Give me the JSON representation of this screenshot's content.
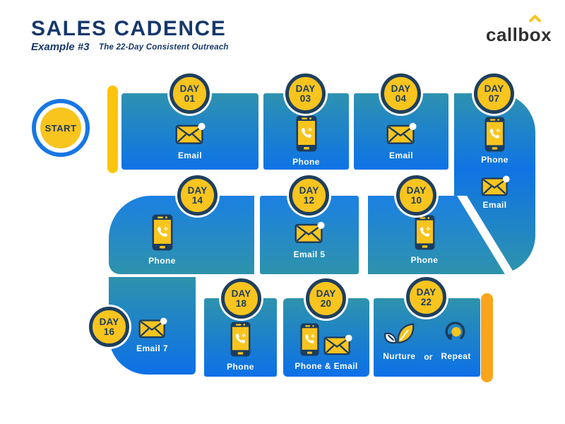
{
  "header": {
    "title": "SALES CADENCE",
    "example": "Example #3",
    "subtitle": "The 22-Day Consistent Outreach"
  },
  "brand": {
    "text_before": "callb",
    "accent_letter": "o",
    "text_after": "x"
  },
  "start": {
    "label": "START"
  },
  "flow": {
    "blocks": [
      {
        "day_word": "DAY",
        "day_num": "01",
        "label": "Email",
        "icon": "email-icon"
      },
      {
        "day_word": "DAY",
        "day_num": "03",
        "label": "Phone",
        "icon": "phone-icon"
      },
      {
        "day_word": "DAY",
        "day_num": "04",
        "label": "Email",
        "icon": "email-icon"
      },
      {
        "day_word": "DAY",
        "day_num": "07",
        "label1": "Phone",
        "label2": "Email"
      },
      {
        "day_word": "DAY",
        "day_num": "14",
        "label": "Phone",
        "icon": "phone-icon"
      },
      {
        "day_word": "DAY",
        "day_num": "12",
        "label": "Email 5",
        "icon": "email-icon"
      },
      {
        "day_word": "DAY",
        "day_num": "10",
        "label": "Phone",
        "icon": "phone-icon"
      },
      {
        "day_word": "DAY",
        "day_num": "16",
        "label": "Email 7",
        "icon": "email-icon"
      },
      {
        "day_word": "DAY",
        "day_num": "18",
        "label": "Phone",
        "icon": "phone-icon"
      },
      {
        "day_word": "DAY",
        "day_num": "20",
        "label": "Phone & Email"
      },
      {
        "day_word": "DAY",
        "day_num": "22",
        "label_nurture": "Nurture",
        "label_or": "or",
        "label_repeat": "Repeat"
      }
    ]
  },
  "colors": {
    "navy": "#1C3C5E",
    "title_blue": "#16386B",
    "badge_yellow": "#F8C41E",
    "start_bar_yellow": "#FCC40D",
    "end_bar_orange": "#FAA51B",
    "start_ring_blue": "#1777E3",
    "teal": "#2E93AC",
    "bright_blue": "#0E73E6",
    "mid_blue": "#1B80E2",
    "logo_dark": "#303030"
  }
}
